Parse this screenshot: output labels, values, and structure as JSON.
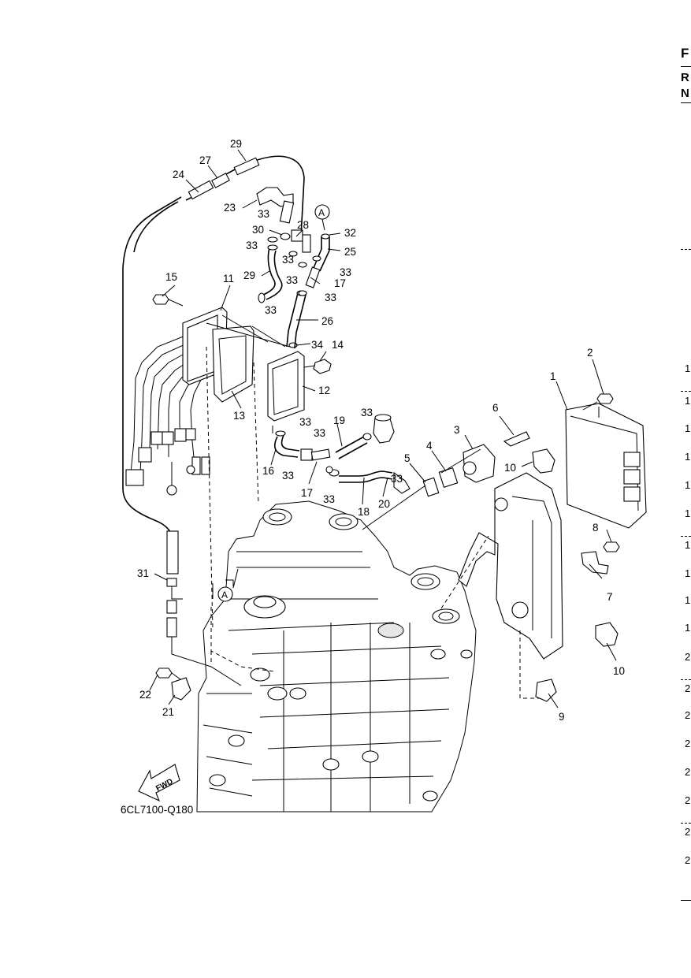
{
  "diagram": {
    "figure_code": "6CL7100-Q180",
    "fwd_label": "FWD",
    "ref_label": "A",
    "callouts": [
      "1",
      "2",
      "3",
      "4",
      "5",
      "6",
      "7",
      "8",
      "9",
      "10",
      "10",
      "11",
      "12",
      "13",
      "14",
      "15",
      "16",
      "17",
      "17",
      "18",
      "19",
      "20",
      "21",
      "22",
      "23",
      "24",
      "25",
      "26",
      "27",
      "28",
      "29",
      "29",
      "30",
      "31",
      "32",
      "33",
      "33",
      "33",
      "33",
      "33",
      "33",
      "33",
      "33",
      "33",
      "33",
      "33",
      "33",
      "33",
      "34"
    ]
  },
  "side_column": {
    "letters": [
      "F",
      "R",
      "N"
    ],
    "numbers": [
      "1",
      "1",
      "1",
      "1",
      "1",
      "1",
      "1",
      "1",
      "1",
      "1",
      "2",
      "2",
      "2",
      "2",
      "2",
      "2",
      "2",
      "2"
    ]
  }
}
